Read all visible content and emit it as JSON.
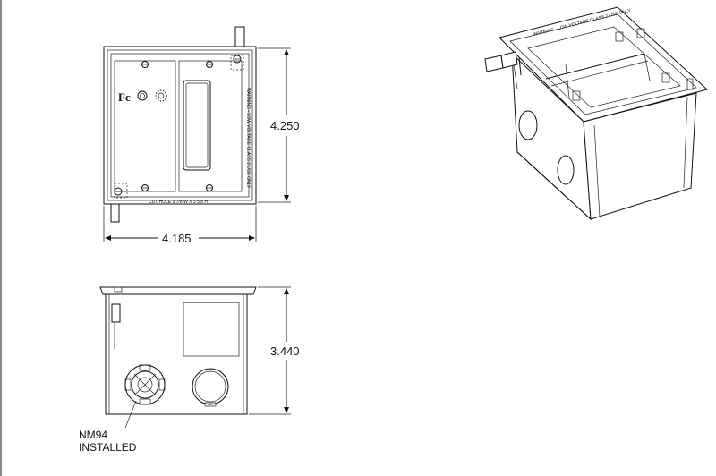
{
  "dimensions": {
    "height_top": "4.250",
    "width_top": "4.185",
    "height_side": "3.440"
  },
  "callout": {
    "line1": "NM94",
    "line2": "INSTALLED"
  },
  "plate": {
    "warning_vertical": "WARNING - LOW VOLTAGE CLASS 2 USE ONLY",
    "cut_hole": "CUT HOLE 3 7/8 W X 3 5/8 H"
  },
  "iso": {
    "rim_text": "WARNING - LOW VOLTAGE CLASS 2 USE ONLY"
  }
}
